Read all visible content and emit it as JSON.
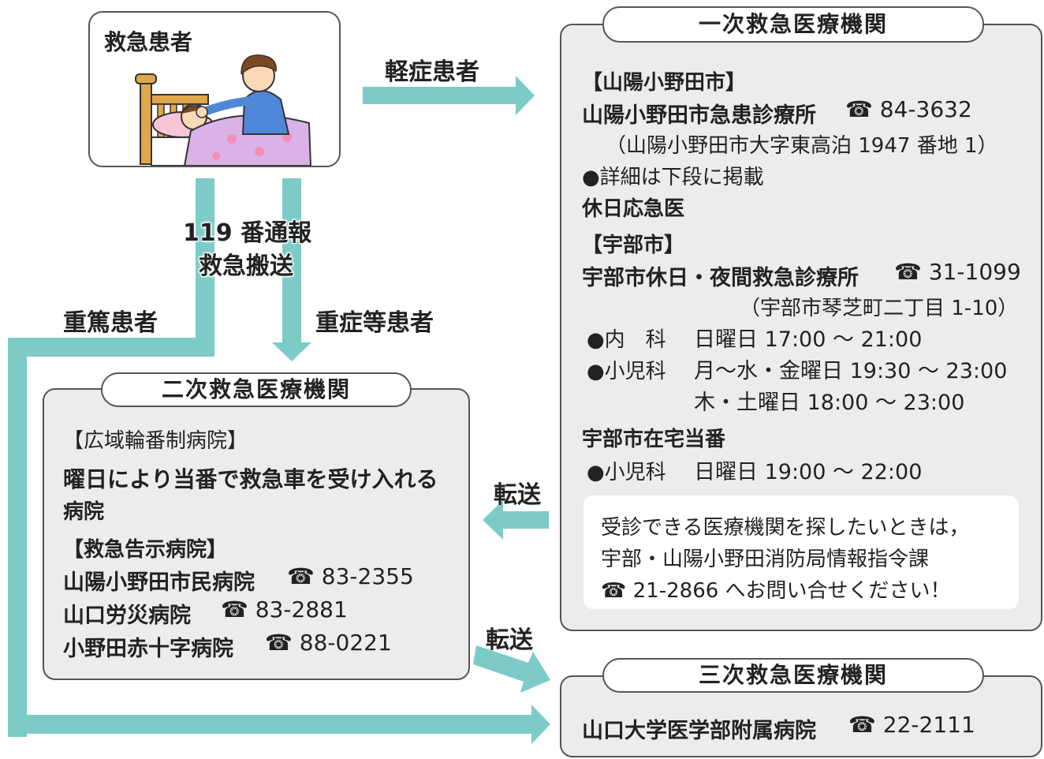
{
  "colors": {
    "arrow": "#7ccbc7",
    "box_fill": "#ececec",
    "box_border": "#555555"
  },
  "patient": {
    "title": "救急患者"
  },
  "flow": {
    "mild": "軽症患者",
    "call_line1": "119 番通報",
    "call_line2": "救急搬送",
    "critical": "重篤患者",
    "serious": "重症等患者",
    "transfer1": "転送",
    "transfer2": "転送"
  },
  "primary": {
    "title": "一次救急医療機関",
    "sanyo_heading": "【山陽小野田市】",
    "sanyo_clinic": "山陽小野田市急患診療所",
    "sanyo_tel": "84-3632",
    "sanyo_address": "（山陽小野田市大字東高泊 1947 番地 1）",
    "sanyo_detail": "●詳細は下段に掲載",
    "holiday": "休日応急医",
    "ube_heading": "【宇部市】",
    "ube_clinic": "宇部市休日・夜間救急診療所",
    "ube_tel": "31-1099",
    "ube_address": "（宇部市琴芝町二丁目 1-10）",
    "internal_label": "●内　科",
    "internal_hours": "日曜日 17:00 ～ 21:00",
    "peds_label": "●小児科",
    "peds_hours1": "月～水・金曜日 19:30 ～ 23:00",
    "peds_hours2": "木・土曜日 18:00 ～ 23:00",
    "home_heading": "宇部市在宅当番",
    "home_label": "●小児科",
    "home_hours": "日曜日 19:00 ～ 22:00",
    "info_line1": "受診できる医療機関を探したいときは，",
    "info_line2": "宇部・山陽小野田消防局情報指令課",
    "info_line3": "21-2866 へお問い合せください！"
  },
  "secondary": {
    "title": "二次救急医療機関",
    "rotation_heading": "【広域輪番制病院】",
    "rotation_line1": "曜日により当番で救急車を受け入れる",
    "rotation_line2": "病院",
    "notified_heading": "【救急告示病院】",
    "hospitals": [
      {
        "name": "山陽小野田市民病院",
        "tel": "83-2355"
      },
      {
        "name": "山口労災病院",
        "tel": "83-2881"
      },
      {
        "name": "小野田赤十字病院",
        "tel": "88-0221"
      }
    ]
  },
  "tertiary": {
    "title": "三次救急医療機関",
    "hospital": "山口大学医学部附属病院",
    "tel": "22-2111"
  }
}
